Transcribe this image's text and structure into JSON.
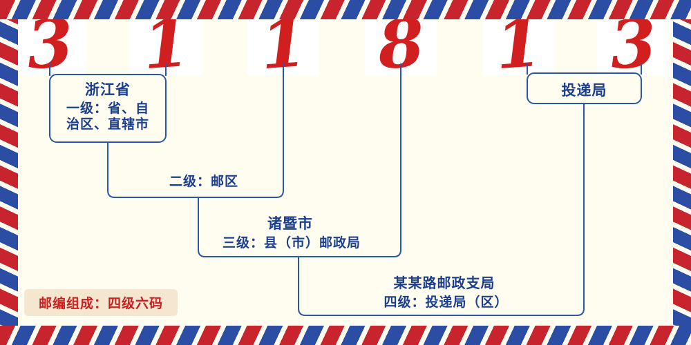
{
  "diagram": {
    "digits": [
      "3",
      "1",
      "1",
      "8",
      "1",
      "3"
    ],
    "level1": {
      "place": "浙江省",
      "desc_lines": [
        "一级：省、自",
        "治区、直辖市"
      ]
    },
    "level2": {
      "desc": "二级：邮区"
    },
    "level3": {
      "place": "诸暨市",
      "desc": "三级：县（市）邮政局"
    },
    "level4": {
      "place": "某某路邮政支局",
      "desc": "四级：投递局（区）"
    },
    "delivery": {
      "label": "投递局"
    },
    "note": "邮编组成：四级六码"
  },
  "colors": {
    "digit_red": "#d11f1f",
    "line_blue": "#2b55a8",
    "text_blue": "#1b3e8f",
    "note_red": "#cc2020",
    "note_background": "#f4e6cf",
    "border_red": "#c8242e",
    "border_blue": "#2b4da3",
    "page_background": "#fffdf0"
  }
}
